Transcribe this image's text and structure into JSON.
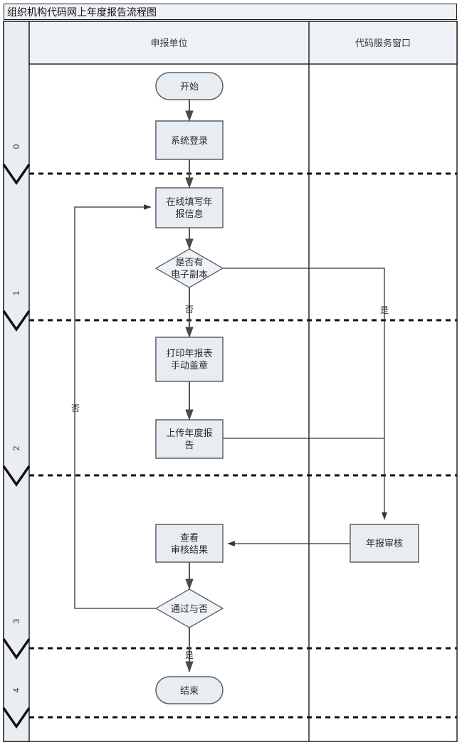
{
  "title": "组织机构代码网上年度报告流程图",
  "columns": [
    {
      "id": "applicant",
      "label": "申报单位"
    },
    {
      "id": "code-window",
      "label": "代码服务窗口"
    }
  ],
  "lanes": [
    {
      "num": "0"
    },
    {
      "num": "1"
    },
    {
      "num": "2"
    },
    {
      "num": "3"
    },
    {
      "num": "4"
    }
  ],
  "nodes": [
    {
      "id": "start",
      "shape": "terminator",
      "label": "开始"
    },
    {
      "id": "login",
      "shape": "process",
      "label": "系统登录"
    },
    {
      "id": "fill-online",
      "shape": "process",
      "label": "在线填写年\n报信息"
    },
    {
      "id": "has-ecopy",
      "shape": "decision",
      "label": "是否有\n电子副本"
    },
    {
      "id": "print-stamp",
      "shape": "process",
      "label": "打印年报表\n手动盖章"
    },
    {
      "id": "upload",
      "shape": "process",
      "label": "上传年度报\n告"
    },
    {
      "id": "review",
      "shape": "process",
      "label": "年报审核"
    },
    {
      "id": "view-result",
      "shape": "process",
      "label": "查看\n审核结果"
    },
    {
      "id": "passed",
      "shape": "decision",
      "label": "通过与否"
    },
    {
      "id": "end",
      "shape": "terminator",
      "label": "结束"
    }
  ],
  "edge_labels": [
    {
      "id": "no-ecopy",
      "label": "否"
    },
    {
      "id": "yes-ecopy",
      "label": "是"
    },
    {
      "id": "not-passed",
      "label": "否"
    },
    {
      "id": "passed-yes",
      "label": "是"
    }
  ],
  "colors": {
    "node_fill": "#e8edf2",
    "node_stroke": "#58606b",
    "lane_fill": "#eaeef3",
    "frame_stroke": "#1a1a1a",
    "connector": "#4a4a4a",
    "dashed": "#111111"
  }
}
